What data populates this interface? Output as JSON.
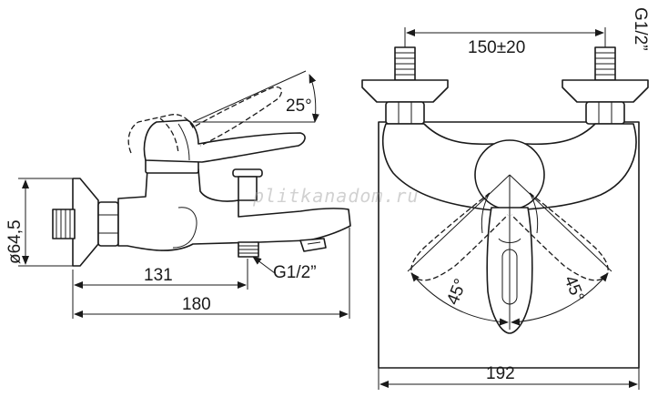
{
  "watermark": "plitkanadom.ru",
  "side_view": {
    "lever_angle": "25°",
    "wall_diameter": "ø64,5",
    "depth_spout": "131",
    "depth_total": "180",
    "spout_thread": "G1/2”"
  },
  "front_view": {
    "inlet_spacing": "150±20",
    "inlet_thread": "G1/2”",
    "angle_left": "45°",
    "angle_right": "45°",
    "width_total": "192"
  }
}
